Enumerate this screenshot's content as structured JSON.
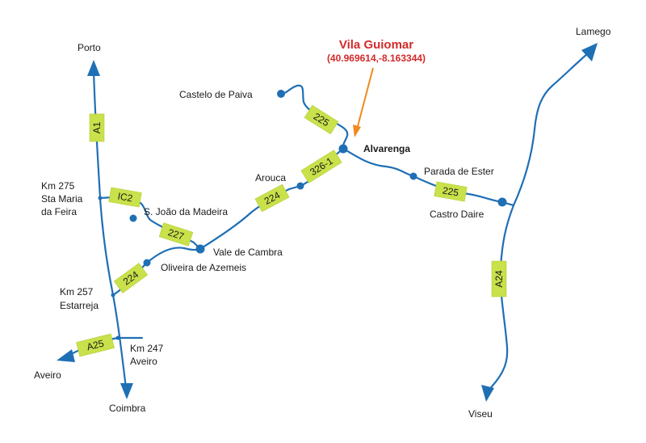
{
  "destination": {
    "title": "Vila Guiomar",
    "coordinates": "(40.969614,-8.163344)",
    "title_color": "#d32a2a",
    "pointer_color": "#f08a1e"
  },
  "colors": {
    "road": "#1f6fb5",
    "shield": "#c9e14a"
  },
  "places": {
    "porto": "Porto",
    "lamego": "Lamego",
    "castelo_de_paiva": "Castelo de Paiva",
    "alvarenga": "Alvarenga",
    "parada_de_ester": "Parada de Ester",
    "castro_daire": "Castro Daire",
    "arouca": "Arouca",
    "sao_joao_da_madeira": "S. João da Madeira",
    "vale_de_cambra": "Vale de Cambra",
    "oliveira_de_azemeis": "Oliveira de Azemeis",
    "km275_line1": "Km 275",
    "km275_line2": "Sta Maria",
    "km275_line3": "da Feira",
    "km257_line1": "Km 257",
    "km257_line2": "Estarreja",
    "km247_line1": "Km 247",
    "km247_line2": "Aveiro",
    "aveiro": "Aveiro",
    "coimbra": "Coimbra",
    "viseu": "Viseu"
  },
  "road_shields": {
    "a1": "A1",
    "ic2": "IC2",
    "r227": "227",
    "r224_north": "224",
    "r224_south": "224",
    "r326_1": "326-1",
    "r225_north": "225",
    "r225_east": "225",
    "a24": "A24",
    "a25": "A25"
  }
}
